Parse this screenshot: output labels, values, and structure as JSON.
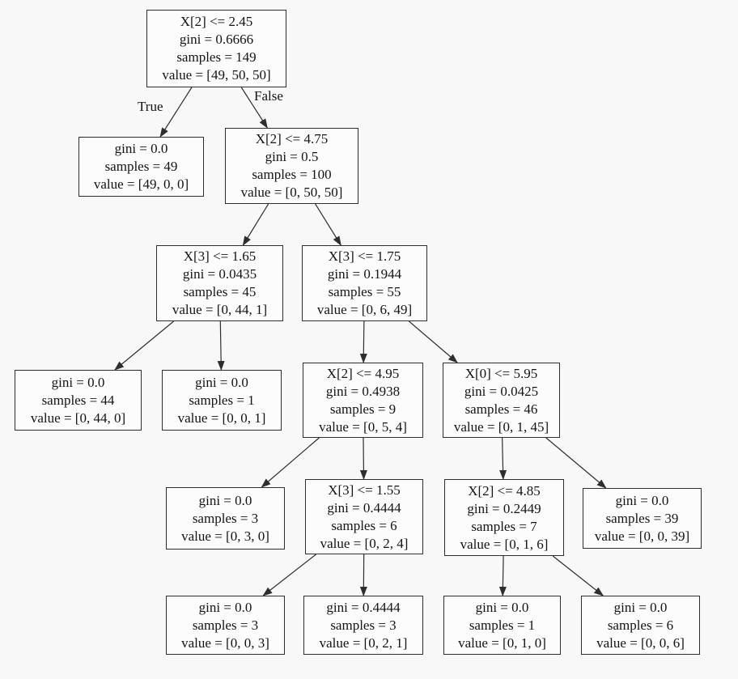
{
  "figure": {
    "background_color": "#f8f8f8",
    "node_fill": "#fcfcfc",
    "node_border_color": "#2e2e2e",
    "edge_color": "#2e2e2e",
    "text_color": "#141414"
  },
  "edge_labels": {
    "true_label": "True",
    "false_label": "False"
  },
  "nodes": [
    {
      "id": "n0",
      "lines": [
        "X[2] <= 2.45",
        "gini = 0.6666",
        "samples = 149",
        "value = [49, 50, 50]"
      ]
    },
    {
      "id": "n1",
      "lines": [
        "gini = 0.0",
        "samples = 49",
        "value = [49, 0, 0]"
      ]
    },
    {
      "id": "n2",
      "lines": [
        "X[2] <= 4.75",
        "gini = 0.5",
        "samples = 100",
        "value = [0, 50, 50]"
      ]
    },
    {
      "id": "n3",
      "lines": [
        "X[3] <= 1.65",
        "gini = 0.0435",
        "samples = 45",
        "value = [0, 44, 1]"
      ]
    },
    {
      "id": "n4",
      "lines": [
        "X[3] <= 1.75",
        "gini = 0.1944",
        "samples = 55",
        "value = [0, 6, 49]"
      ]
    },
    {
      "id": "n5",
      "lines": [
        "gini = 0.0",
        "samples = 44",
        "value = [0, 44, 0]"
      ]
    },
    {
      "id": "n6",
      "lines": [
        "gini = 0.0",
        "samples = 1",
        "value = [0, 0, 1]"
      ]
    },
    {
      "id": "n7",
      "lines": [
        "X[2] <= 4.95",
        "gini = 0.4938",
        "samples = 9",
        "value = [0, 5, 4]"
      ]
    },
    {
      "id": "n8",
      "lines": [
        "X[0] <= 5.95",
        "gini = 0.0425",
        "samples = 46",
        "value = [0, 1, 45]"
      ]
    },
    {
      "id": "n9",
      "lines": [
        "gini = 0.0",
        "samples = 3",
        "value = [0, 3, 0]"
      ]
    },
    {
      "id": "n10",
      "lines": [
        "X[3] <= 1.55",
        "gini = 0.4444",
        "samples = 6",
        "value = [0, 2, 4]"
      ]
    },
    {
      "id": "n11",
      "lines": [
        "X[2] <= 4.85",
        "gini = 0.2449",
        "samples = 7",
        "value = [0, 1, 6]"
      ]
    },
    {
      "id": "n12",
      "lines": [
        "gini = 0.0",
        "samples = 39",
        "value = [0, 0, 39]"
      ]
    },
    {
      "id": "n13",
      "lines": [
        "gini = 0.0",
        "samples = 3",
        "value = [0, 0, 3]"
      ]
    },
    {
      "id": "n14",
      "lines": [
        "gini = 0.4444",
        "samples = 3",
        "value = [0, 2, 1]"
      ]
    },
    {
      "id": "n15",
      "lines": [
        "gini = 0.0",
        "samples = 1",
        "value = [0, 1, 0]"
      ]
    },
    {
      "id": "n16",
      "lines": [
        "gini = 0.0",
        "samples = 6",
        "value = [0, 0, 6]"
      ]
    }
  ],
  "edges": [
    {
      "from": "n0",
      "to": "n1"
    },
    {
      "from": "n0",
      "to": "n2"
    },
    {
      "from": "n2",
      "to": "n3"
    },
    {
      "from": "n2",
      "to": "n4"
    },
    {
      "from": "n3",
      "to": "n5"
    },
    {
      "from": "n3",
      "to": "n6"
    },
    {
      "from": "n4",
      "to": "n7"
    },
    {
      "from": "n4",
      "to": "n8"
    },
    {
      "from": "n7",
      "to": "n9"
    },
    {
      "from": "n7",
      "to": "n10"
    },
    {
      "from": "n8",
      "to": "n11"
    },
    {
      "from": "n8",
      "to": "n12"
    },
    {
      "from": "n10",
      "to": "n13"
    },
    {
      "from": "n10",
      "to": "n14"
    },
    {
      "from": "n11",
      "to": "n15"
    },
    {
      "from": "n11",
      "to": "n16"
    }
  ]
}
